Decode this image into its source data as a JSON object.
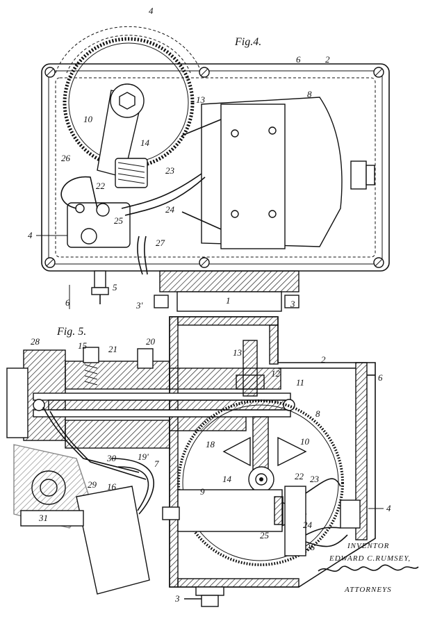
{
  "figures": {
    "fig4": {
      "title": "Fig.4."
    },
    "fig5": {
      "title": "Fig. 5."
    }
  },
  "refs_fig4": [
    "4",
    "6",
    "2",
    "8",
    "10",
    "13",
    "14",
    "26",
    "22",
    "23",
    "24",
    "25",
    "27",
    "5",
    "3'",
    "1",
    "3",
    "6"
  ],
  "refs_fig5": [
    "28",
    "15",
    "21",
    "20",
    "13",
    "12",
    "11",
    "2",
    "6",
    "8",
    "10",
    "18",
    "19'",
    "7",
    "30",
    "29",
    "16",
    "31",
    "14",
    "9",
    "22",
    "23",
    "4",
    "24",
    "25",
    "26",
    "3"
  ],
  "signature": {
    "inventor_label": "INVENTOR",
    "inventor_name": "EDWARD C.RUMSEY,",
    "attorneys_label": "ATTORNEYS"
  }
}
